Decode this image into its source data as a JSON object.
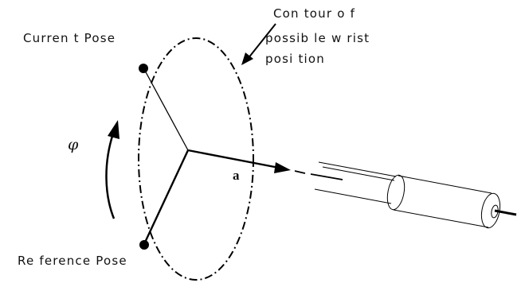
{
  "labels": {
    "current_pose": "Curren t Pose",
    "reference_pose": "Re ference Pose",
    "contour_line1": "Con tour o f",
    "contour_line2": "possib le w rist",
    "contour_line3": "posi tion",
    "phi": "φ",
    "a": "a"
  },
  "colors": {
    "stroke": "#000000",
    "background": "#ffffff"
  }
}
